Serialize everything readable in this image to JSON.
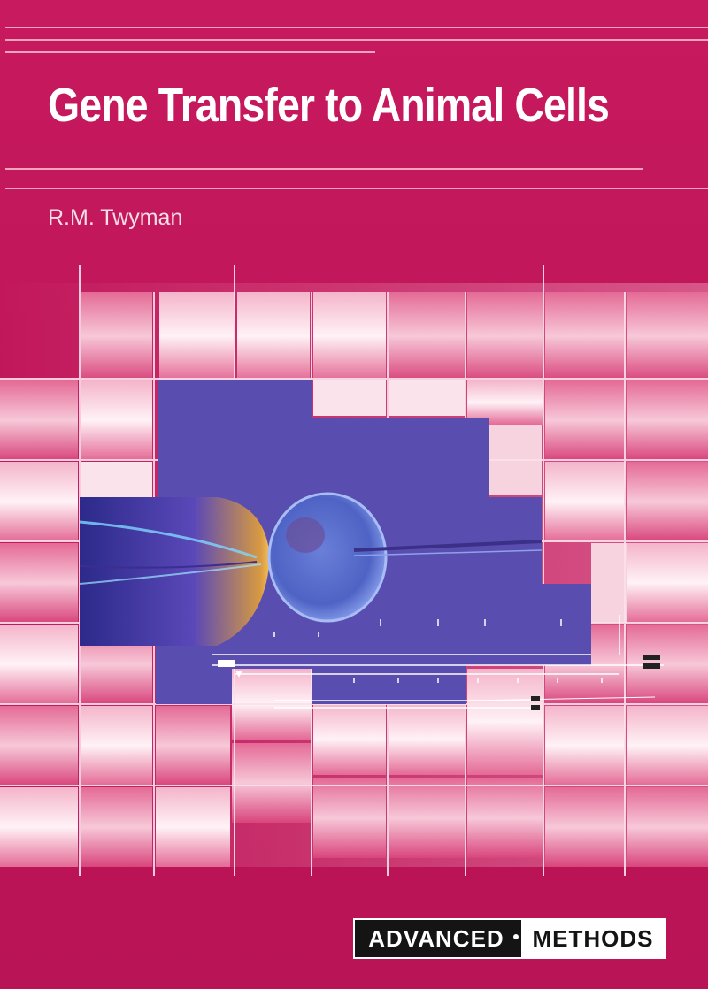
{
  "book": {
    "title": "Gene Transfer to Animal Cells",
    "author": "R.M. Twyman",
    "series_left": "ADVANCED",
    "series_right": "METHODS"
  },
  "colors": {
    "background": "#c2185b",
    "rules": "#f2a3c0",
    "title_text": "#ffffff",
    "badge_dark": "#141414",
    "badge_light": "#ffffff",
    "photo_panel": "#5a4db0"
  },
  "illustration": {
    "subject": "microinjection of a cell held by a pipette, over a grid of pink tiles and a gene map"
  }
}
